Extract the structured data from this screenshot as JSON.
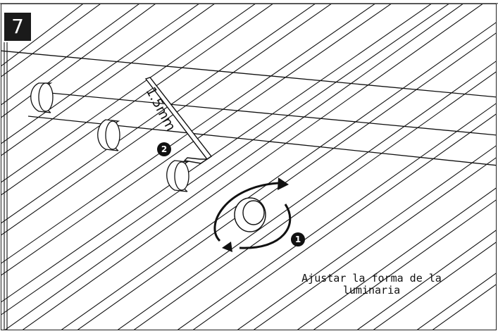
{
  "step": {
    "number": "7"
  },
  "tool": {
    "size_label": "1.5mm"
  },
  "callouts": {
    "one": "1",
    "two": "2"
  },
  "caption": {
    "text": "Ajustar la forma de la\nluminaria"
  },
  "colors": {
    "line": "#111111",
    "badge_bg": "#1a1a1a",
    "background": "#ffffff"
  },
  "icons": {
    "rotation": "rotate-arrows-icon",
    "tool": "hex-key-icon"
  }
}
